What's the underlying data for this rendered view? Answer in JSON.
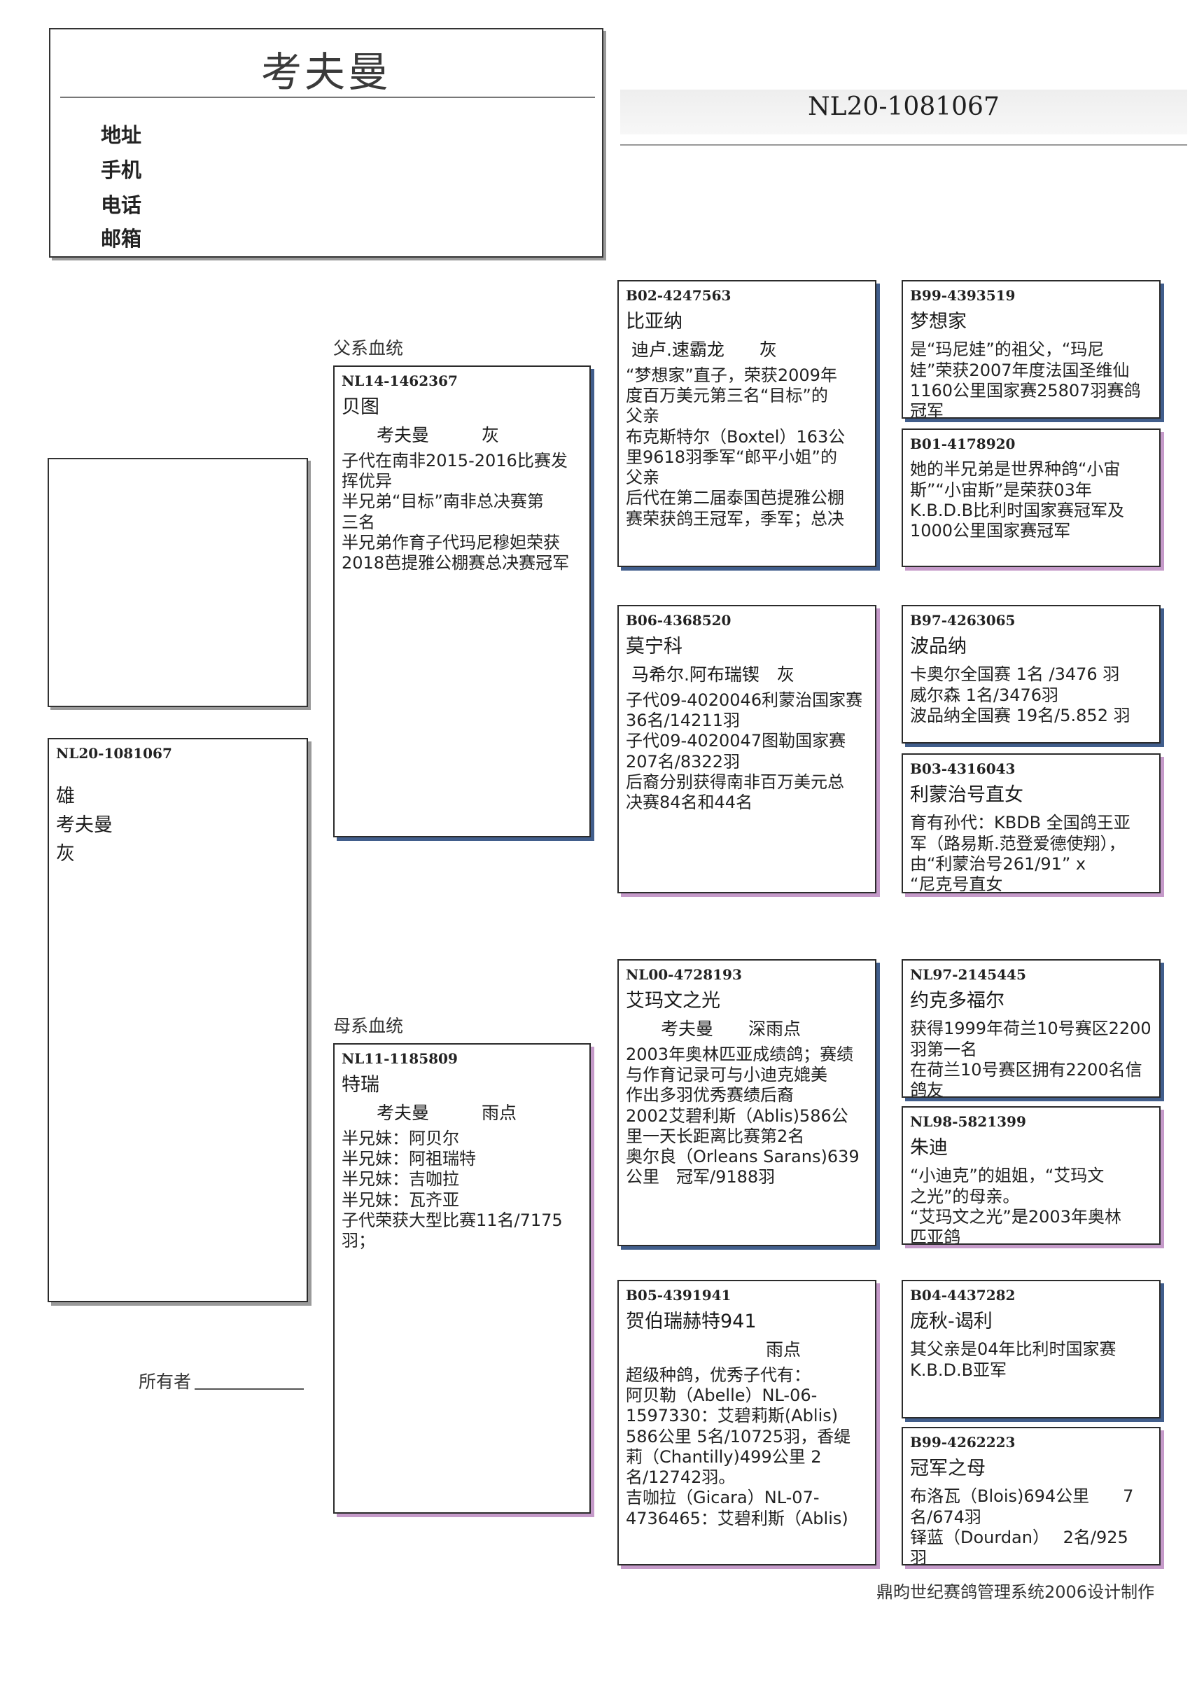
{
  "header": {
    "owner_name": "考夫曼",
    "address_label": "地址",
    "mobile_label": "手机",
    "phone_label": "电话",
    "email_label": "邮箱"
  },
  "ring_title": "NL20-1081067",
  "subject": {
    "ring": "NL20-1081067",
    "sex": "雄",
    "breeder": "考夫曼",
    "color": "灰"
  },
  "sire_label": "父系血统",
  "dam_label": "母系血统",
  "sire": {
    "ring": "NL14-1462367",
    "name": "贝图",
    "meta": "　　考夫曼　　　灰",
    "lines": [
      "子代在南非2015-2016比赛发",
      "挥优异",
      "半兄弟“目标”南非总决赛第",
      "三名",
      "半兄弟作育子代玛尼穆妲荣获",
      "2018芭提雅公棚赛总决赛冠军"
    ]
  },
  "dam": {
    "ring": "NL11-1185809",
    "name": "特瑞",
    "meta": "　　考夫曼　　　雨点",
    "lines": [
      "半兄妹：阿贝尔",
      "半兄妹：阿祖瑞特",
      "半兄妹：吉咖拉",
      "半兄妹：瓦齐亚",
      "子代荣获大型比赛11名/7175",
      "羽；"
    ]
  },
  "ss": {
    "ring": "B02-4247563",
    "name": "比亚纳",
    "meta": " 迪卢.速霸龙　　灰",
    "lines": [
      "“梦想家”直子，荣获2009年",
      "度百万美元第三名“目标”的",
      "父亲",
      "布克斯特尔（Boxtel）163公",
      "里9618羽季军“郎平小姐”的",
      "父亲",
      "后代在第二届泰国芭提雅公棚",
      "赛荣获鸽王冠军，季军；总决"
    ]
  },
  "sd": {
    "ring": "B06-4368520",
    "name": "莫宁科",
    "meta": " 马希尔.阿布瑞锲　灰",
    "lines": [
      "子代09-4020046利蒙治国家赛",
      "36名/14211羽",
      "子代09-4020047图勒国家赛",
      "207名/8322羽",
      "后裔分别获得南非百万美元总",
      "决赛84名和44名"
    ]
  },
  "ds": {
    "ring": "NL00-4728193",
    "name": "艾玛文之光",
    "meta": "　　考夫曼　　深雨点",
    "lines": [
      "2003年奥林匹亚成绩鸽；赛绩",
      "与作育记录可与小迪克媲美",
      "作出多羽优秀赛绩后裔",
      " ",
      "2002艾碧利斯（Ablis)586公",
      "里一天长距离比赛第2名",
      "奥尔良（Orleans Sarans)639",
      "公里　冠军/9188羽"
    ]
  },
  "dd": {
    "ring": "B05-4391941",
    "name": "贺伯瑞赫特941",
    "meta": "　　　　　　　　雨点",
    "lines": [
      "超级种鸽，优秀子代有：",
      "阿贝勒（Abelle）NL-06-",
      "1597330：艾碧莉斯(Ablis)",
      "586公里 5名/10725羽，香缇",
      "莉（Chantilly)499公里 2",
      "名/12742羽。",
      "吉咖拉（Gicara）NL-07-",
      "4736465：艾碧利斯（Ablis)"
    ]
  },
  "sss": {
    "ring": "B99-4393519",
    "name": "梦想家",
    "lines": [
      "是“玛尼娃”的祖父，“玛尼",
      "娃”荣获2007年度法国圣维仙",
      "1160公里国家赛25807羽赛鸽",
      "冠军"
    ]
  },
  "ssd": {
    "ring": "B01-4178920",
    "name": " ",
    "lines": [
      "她的半兄弟是世界种鸽“小宙",
      "斯”“小宙斯”是荣获03年",
      "K.B.D.B比利时国家赛冠军及",
      "1000公里国家赛冠军"
    ]
  },
  "sds": {
    "ring": "B97-4263065",
    "name": "波品纳",
    "lines": [
      "卡奥尔全国赛 1名 /3476 羽",
      "威尔森 1名/3476羽",
      "波品纳全国赛 19名/5.852 羽"
    ]
  },
  "sdd": {
    "ring": "B03-4316043",
    "name": "利蒙治号直女",
    "lines": [
      "育有孙代：KBDB 全国鸽王亚",
      "军（路易斯.范登爱德使翔），",
      "由“利蒙治号261/91” x",
      "“尼克号直女"
    ]
  },
  "dss": {
    "ring": "NL97-2145445",
    "name": "约克多福尔",
    "lines": [
      "获得1999年荷兰10号赛区2200",
      "羽第一名",
      "在荷兰10号赛区拥有2200名信",
      "鸽友"
    ]
  },
  "dsd": {
    "ring": "NL98-5821399",
    "name": "朱迪",
    "lines": [
      "“小迪克”的姐姐，“艾玛文",
      "之光”的母亲。",
      "“艾玛文之光”是2003年奥林",
      "匹亚鸽"
    ]
  },
  "dds": {
    "ring": "B04-4437282",
    "name": "庞秋-谒利",
    "lines": [
      "其父亲是04年比利时国家赛",
      "K.B.D.B亚军"
    ]
  },
  "ddd": {
    "ring": "B99-4262223",
    "name": "冠军之母",
    "lines": [
      "布洛瓦（Blois)694公里　　7",
      "名/674羽",
      "铎蓝（Dourdan）　 2名/925",
      "羽"
    ]
  },
  "owner_label": "所有者",
  "footer_credit": "鼎昀世纪赛鸽管理系统2006设计制作"
}
